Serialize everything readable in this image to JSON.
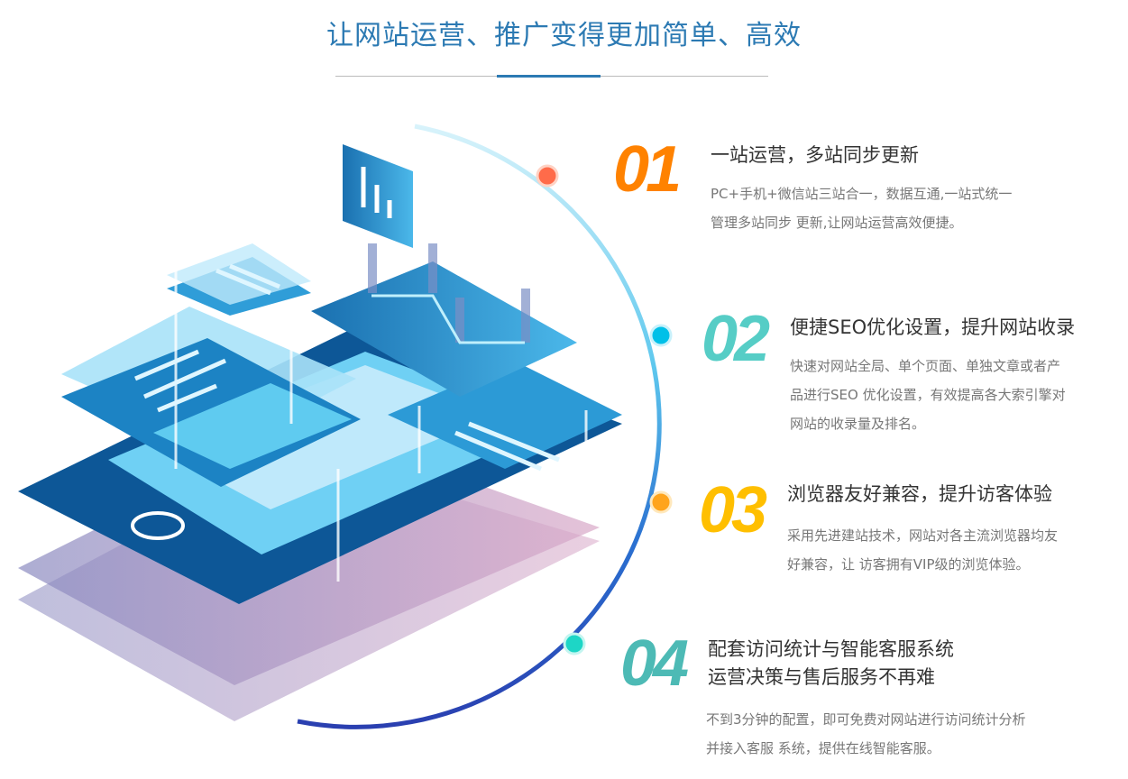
{
  "page_title": "让网站运营、推广变得更加简单、高效",
  "features": [
    {
      "number": "01",
      "color": "#ff8200",
      "title": "一站运营，多站同步更新",
      "lines": [
        "PC+手机+微信站三站合一，数据互通,一站式统一",
        "管理多站同步 更新,让网站运营高效便捷。"
      ]
    },
    {
      "number": "02",
      "color": "#56cdc6",
      "title": "便捷SEO优化设置，提升网站收录",
      "lines": [
        "快速对网站全局、单个页面、单独文章或者产",
        "品进行SEO 优化设置，有效提高各大索引擎对",
        "网站的收录量及排名。"
      ]
    },
    {
      "number": "03",
      "color": "#ffbf00",
      "title": "浏览器友好兼容，提升访客体验",
      "lines": [
        "采用先进建站技术，网站对各主流浏览器均友",
        "好兼容，让 访客拥有VIP级的浏览体验。"
      ]
    },
    {
      "number": "04",
      "color": "#4dbab5",
      "title": "配套访问统计与智能客服系统",
      "title2": "运营决策与售后服务不再难",
      "lines": [
        "不到3分钟的配置，即可免费对网站进行访问统计分析",
        "并接入客服 系统，提供在线智能客服。"
      ]
    }
  ],
  "colors": {
    "accent": "#2c7ab3",
    "dot1": "#ff6b4a",
    "dot2": "#00c0e8",
    "dot3": "#ffa41c",
    "dot4": "#1dd6c6"
  }
}
